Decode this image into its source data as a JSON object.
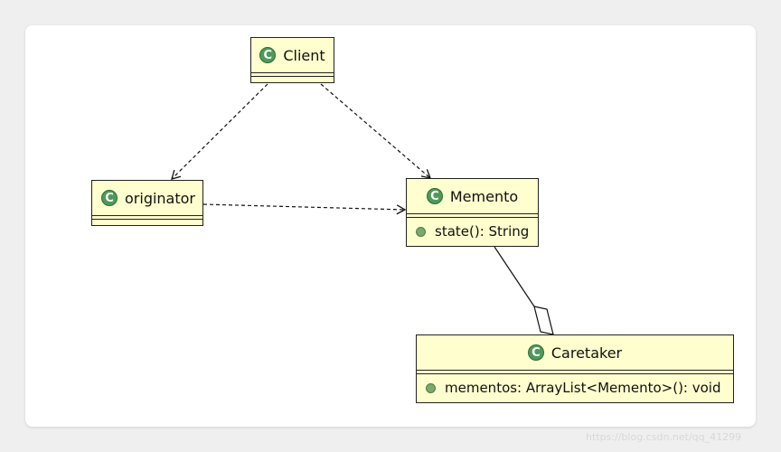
{
  "classes": {
    "client": {
      "name": "Client",
      "icon": "class-c-icon"
    },
    "originator": {
      "name": "originator",
      "icon": "class-c-icon"
    },
    "memento": {
      "name": "Memento",
      "icon": "class-c-icon",
      "methods": [
        "state(): String"
      ]
    },
    "caretaker": {
      "name": "Caretaker",
      "icon": "class-c-icon",
      "methods": [
        "mementos: ArrayList<Memento>(): void"
      ]
    }
  },
  "relations": [
    {
      "from": "Client",
      "to": "originator",
      "type": "dependency"
    },
    {
      "from": "Client",
      "to": "Memento",
      "type": "dependency"
    },
    {
      "from": "originator",
      "to": "Memento",
      "type": "dependency"
    },
    {
      "from": "Caretaker",
      "to": "Memento",
      "type": "aggregation"
    }
  ],
  "watermark": "https://blog.csdn.net/qq_41299",
  "colors": {
    "class_fill": "#fefece",
    "class_border": "#222222",
    "icon_green": "#4f9a5a",
    "background": "#efefef"
  }
}
